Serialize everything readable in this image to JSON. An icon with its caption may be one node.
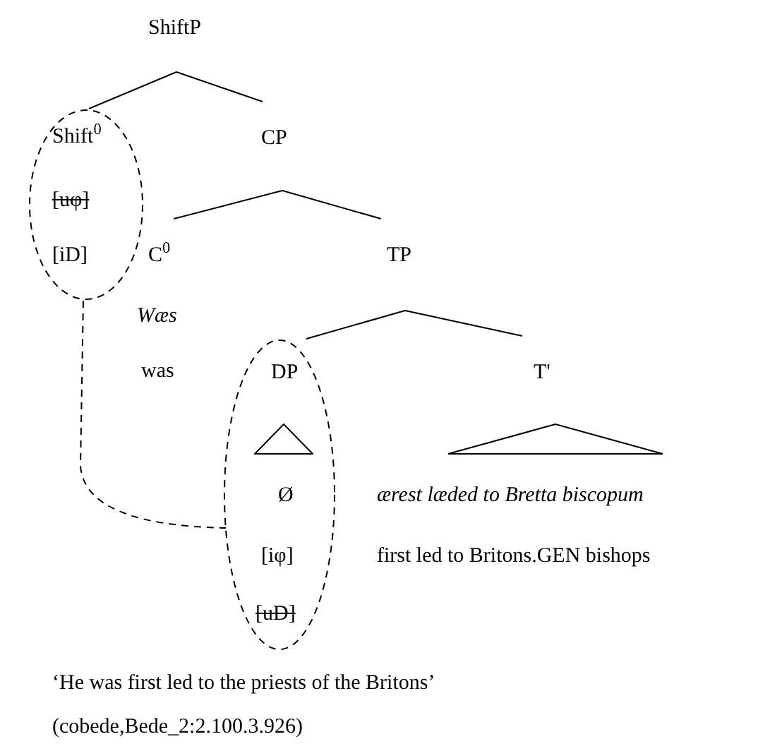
{
  "diagram": {
    "nodes": [
      {
        "text": [
          "ShiftP"
        ]
      },
      {
        "text": [
          "Shift$^{0}$",
          "[uφ]",
          "[iD]"
        ]
      },
      {
        "text": [
          "CP"
        ]
      },
      {
        "text": [
          "C$^{0}$",
          "Wæs",
          "was"
        ]
      },
      {
        "text": [
          "TP"
        ]
      },
      {
        "text": [
          "DP",
          "Ø",
          "[iφ]",
          "[uD]"
        ]
      },
      {
        "text": [
          "T'",
          "ærest læded to Bretta biscopum",
          "first led to Britons.GEN bishops"
        ]
      }
    ],
    "edges": [
      {
        "from": 0,
        "to": 1,
        "arrow": "none"
      },
      {
        "from": 0,
        "to": 2,
        "arrow": "none"
      },
      {
        "from": 2,
        "to": 3,
        "arrow": "none"
      },
      {
        "from": 2,
        "to": 4,
        "arrow": "none"
      },
      {
        "from": 4,
        "to": 5,
        "arrow": "none"
      },
      {
        "from": 4,
        "to": 6,
        "arrow": "none"
      },
      {
        "from": 1,
        "to": 5,
        "arrow": "none",
        "style": "dashed"
      }
    ],
    "labels": [
      "‘He was first led to the priests of the Britons’",
      "(cobede,Bede_2:2.100.3.926)"
    ]
  }
}
